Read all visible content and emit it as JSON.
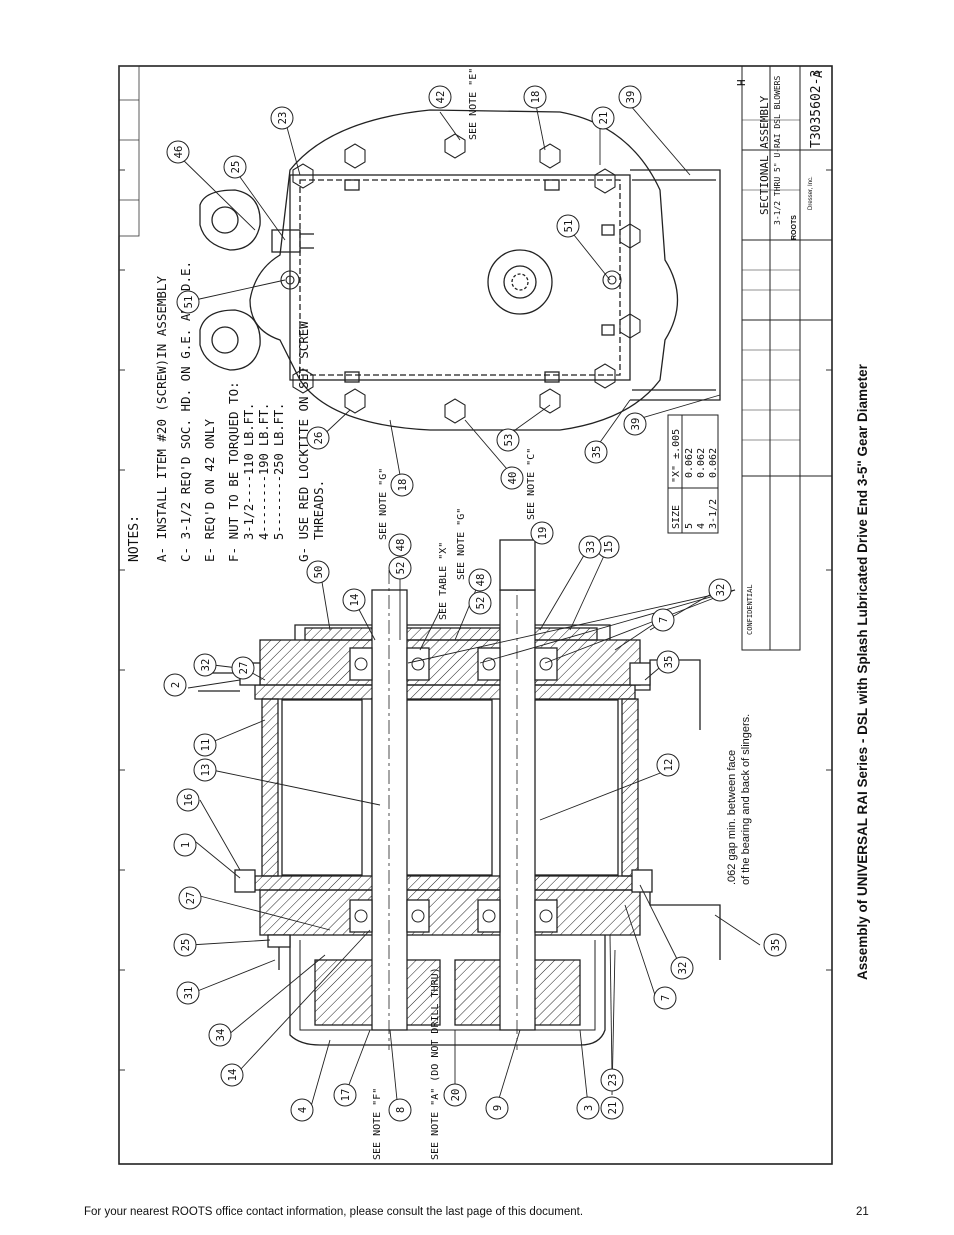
{
  "side_caption": "Assembly of UNIVERSAL RAI Series - DSL with Splash Lubricated Drive End 3-5\" Gear Diameter",
  "footer": {
    "contact_text": "For your nearest ROOTS office contact information, please consult the last page of this document.",
    "page_number": "21"
  },
  "drawing": {
    "notes_title": "NOTES:",
    "notes": [
      "A- INSTALL ITEM #20 (SCREW)IN ASSEMBLY",
      "C- 3-1/2 REQ'D SOC. HD. ON G.E. AND D.E.",
      "E- REQ'D ON  42 ONLY",
      "F- NUT TO BE TORQUED TO:",
      "3-1/2----110 LB.FT.",
      "4--------190 LB.FT.",
      "5--------250 LB.FT.",
      "G- USE RED LOCKTITE ON SET SCREW",
      "THREADS."
    ],
    "size_table": {
      "headers": [
        "SIZE",
        "\"X\" ±.005"
      ],
      "rows": [
        [
          "5",
          "0.062"
        ],
        [
          "4",
          "0.062"
        ],
        [
          "3-1/2",
          "0.062"
        ]
      ]
    },
    "gap_annotation": [
      ".062 gap min. between face",
      "of the bearing and back of slingers."
    ],
    "callouts_front": [
      "2",
      "32",
      "27",
      "11",
      "13",
      "16",
      "1",
      "27",
      "25",
      "31",
      "34",
      "14",
      "4",
      "17",
      "8",
      "20",
      "9",
      "3",
      "21",
      "23",
      "7",
      "32",
      "35",
      "12",
      "7",
      "35",
      "32",
      "15",
      "33",
      "19",
      "48",
      "52",
      "48",
      "52",
      "14",
      "50"
    ],
    "callouts_end": [
      "46",
      "25",
      "23",
      "42",
      "18",
      "21",
      "39",
      "51",
      "51",
      "26",
      "18",
      "40",
      "53",
      "35",
      "39"
    ],
    "see_notes": [
      "SEE NOTE \"F\"",
      "SEE NOTE \"A\" (DO NOT DRILL THRU)",
      "SEE TABLE \"X\"",
      "SEE NOTE \"G\"",
      "SEE NOTE \"G\"",
      "SEE NOTE \"C\"",
      "SEE NOTE \"E\""
    ],
    "title_block": {
      "title": "SECTIONAL ASSEMBLY",
      "subtitle": "3-1/2 THRU 5\" U-RAI DSL BLOWERS",
      "drawing_number": "T3035602-3",
      "revision": "A",
      "sheet_letter": "H",
      "confidential": "CONFIDENTIAL",
      "brand": "ROOTS",
      "company": "Dresser, Inc."
    }
  }
}
